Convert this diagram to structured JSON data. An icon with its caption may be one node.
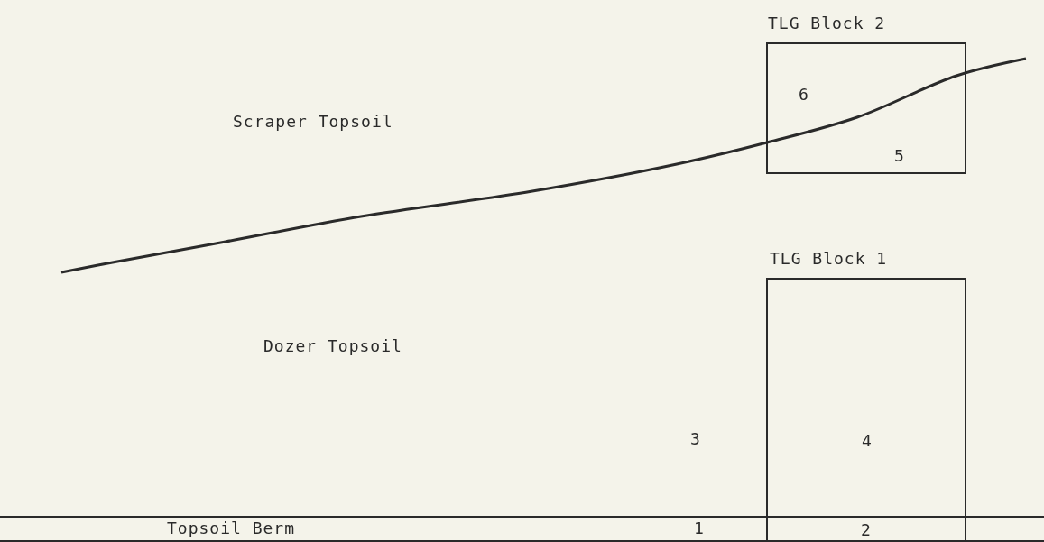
{
  "diagram": {
    "nodes": [
      {
        "text": [
          "TLG Block 2",
          "6",
          "5"
        ]
      },
      {
        "text": [
          "TLG Block 1",
          "4",
          "2"
        ]
      }
    ],
    "labels": [
      "Scraper Topsoil",
      "Dozer Topsoil",
      "3",
      "Topsoil Berm",
      "1"
    ]
  }
}
